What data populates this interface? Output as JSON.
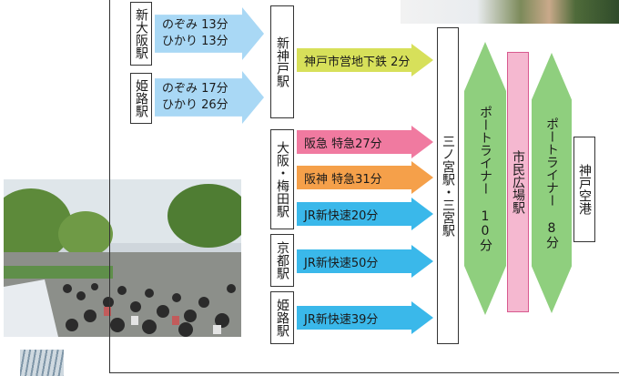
{
  "stations": {
    "shin_osaka": "新大阪駅",
    "himeji_top": "姫路駅",
    "shin_kobe": "新神戸駅",
    "osaka_umeda": "大阪・梅田駅",
    "kyoto": "京都駅",
    "himeji_bottom": "姫路駅",
    "sannomiya": "三ノ宮駅・三宮駅",
    "shimin_hiroba": "市民広場駅",
    "kobe_airport": "神戸空港"
  },
  "routes": {
    "shin_osaka_shinkansen": "のぞみ 13分\nひかり 13分",
    "himeji_shinkansen": "のぞみ 17分\nひかり 26分",
    "subway": "神戸市営地下鉄 2分",
    "hankyu": "阪急 特急27分",
    "hanshin": "阪神 特急31分",
    "jr_osaka": "JR新快速20分",
    "jr_kyoto": "JR新快速50分",
    "jr_himeji": "JR新快速39分",
    "portliner_1": "ポートライナー 10分",
    "portliner_2": "ポートライナー 8分"
  },
  "colors": {
    "shinkansen": "#a9d8f5",
    "subway": "#d7e05a",
    "hankyu": "#f07aa0",
    "hanshin": "#f5a04a",
    "jr": "#3ab8ea",
    "portliner": "#8fcf7e",
    "shimin_hiroba_box": "#f5b8d0"
  }
}
